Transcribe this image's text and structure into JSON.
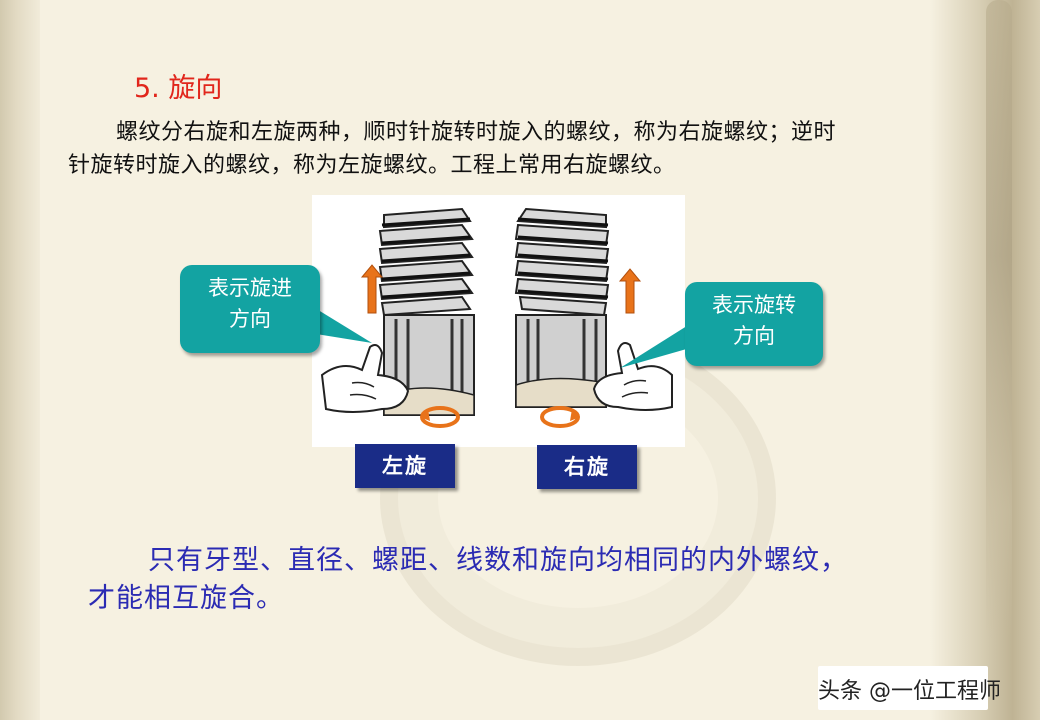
{
  "slide": {
    "title": "5. 旋向",
    "paragraph_line1": "螺纹分右旋和左旋两种，顺时针旋转时旋入的螺纹，称为右旋螺纹；逆时",
    "paragraph_line2": "针旋转时旋入的螺纹，称为左旋螺纹。工程上常用右旋螺纹。",
    "callout_left_line1": "表示旋进",
    "callout_left_line2": "方向",
    "callout_right_line1": "表示旋转",
    "callout_right_line2": "方向",
    "label_left": "左旋",
    "label_right": "右旋",
    "statement_line1": "只有牙型、直径、螺距、线数和旋向均相同的内外螺纹，",
    "statement_line2": "才能相互旋合。",
    "watermark": "头条 @一位工程师"
  },
  "colors": {
    "title": "#e1261c",
    "callout": "#13a3a2",
    "label": "#1a2c87",
    "statement": "#2b2bb3",
    "arrow": "#e8731a"
  }
}
